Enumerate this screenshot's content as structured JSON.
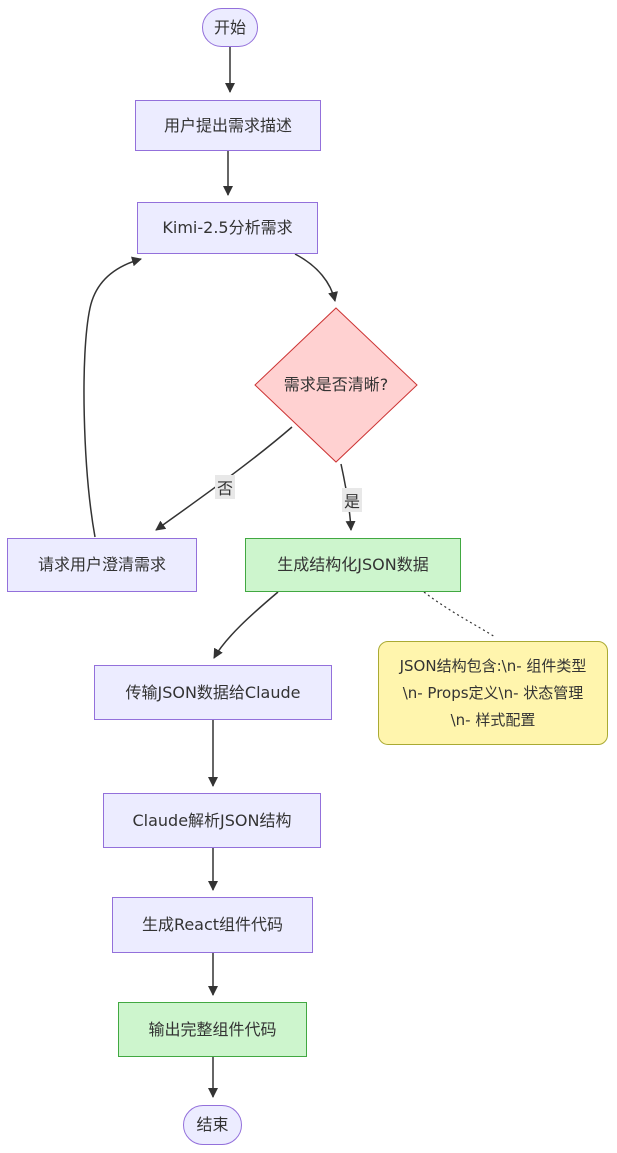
{
  "colors": {
    "canvas_bg": "#ffffff",
    "node_fill": "#ececff",
    "node_border": "#9370db",
    "decision_fill": "#ffd1d1",
    "decision_border": "#cc3333",
    "success_fill": "#cdf5cd",
    "success_border": "#41a841",
    "note_fill": "#fff5ad",
    "note_border": "#aaaa33",
    "edge_color": "#333333",
    "label_bg": "#e8e8e8",
    "text_color": "#333333"
  },
  "nodes": {
    "start": {
      "label": "开始"
    },
    "requirement": {
      "label": "用户提出需求描述"
    },
    "analyze": {
      "label": "Kimi-2.5分析需求"
    },
    "decision": {
      "label": "需求是否清晰?"
    },
    "clarify": {
      "label": "请求用户澄清需求"
    },
    "generate_json": {
      "label": "生成结构化JSON数据"
    },
    "transmit": {
      "label": "传输JSON数据给Claude"
    },
    "parse": {
      "label": "Claude解析JSON结构"
    },
    "react_code": {
      "label": "生成React组件代码"
    },
    "output": {
      "label": "输出完整组件代码"
    },
    "end": {
      "label": "结束"
    }
  },
  "edges": {
    "no_label": "否",
    "yes_label": "是"
  },
  "note": {
    "lines": [
      "JSON结构包含:\\n- 组件类型",
      "\\n- Props定义\\n- 状态管理",
      "\\n- 样式配置"
    ]
  }
}
